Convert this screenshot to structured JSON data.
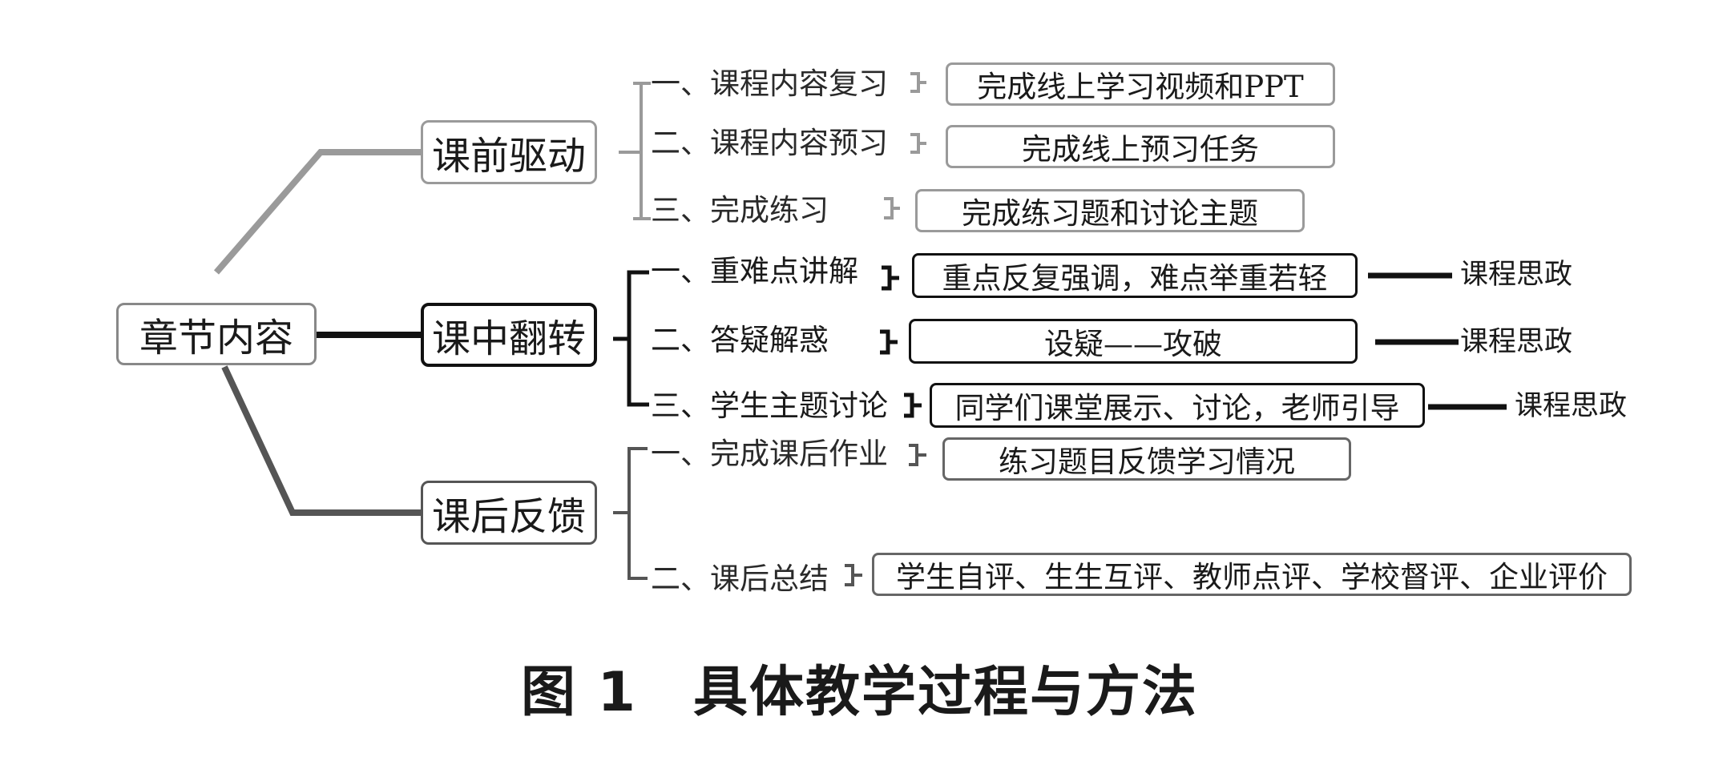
{
  "root": {
    "label": "章节内容"
  },
  "branches": [
    {
      "label": "课前驱动",
      "items": [
        {
          "step": "一、课程内容复习",
          "detail": "完成线上学习视频和PPT"
        },
        {
          "step": "二、课程内容预习",
          "detail": "完成线上预习任务"
        },
        {
          "step": "三、完成练习",
          "detail": "完成练习题和讨论主题"
        }
      ]
    },
    {
      "label": "课中翻转",
      "items": [
        {
          "step": "一、重难点讲解",
          "detail": "重点反复强调，难点举重若轻",
          "tag": "课程思政"
        },
        {
          "step": "二、答疑解惑",
          "detail": "设疑——攻破",
          "tag": "课程思政"
        },
        {
          "step": "三、学生主题讨论",
          "detail": "同学们课堂展示、讨论，老师引导",
          "tag": "课程思政"
        }
      ]
    },
    {
      "label": "课后反馈",
      "items": [
        {
          "step": "一、完成课后作业",
          "detail": "练习题目反馈学习情况"
        },
        {
          "step": "二、课后总结",
          "detail": "学生自评、生生互评、教师点评、学校督评、企业评价"
        }
      ]
    }
  ],
  "caption": {
    "number": "图 1",
    "title": "具体教学过程与方法"
  },
  "colors": {
    "gray": "#9a9a9a",
    "black": "#111111",
    "dark": "#555555"
  }
}
